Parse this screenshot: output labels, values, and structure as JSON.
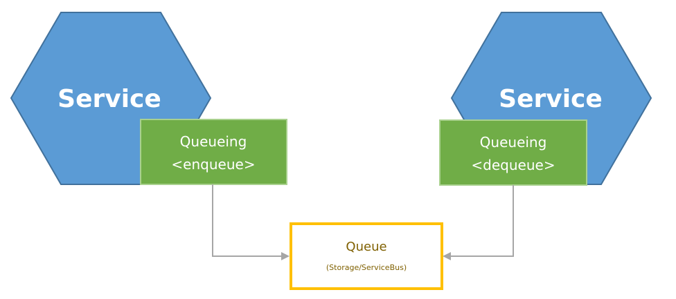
{
  "diagram": {
    "left_service": {
      "title": "Service",
      "component": {
        "line1": "Queueing",
        "line2": "<enqueue>"
      }
    },
    "right_service": {
      "title": "Service",
      "component": {
        "line1": "Queueing",
        "line2": "<dequeue>"
      }
    },
    "queue": {
      "title": "Queue",
      "subtitle": "(Storage/ServiceBus)"
    }
  },
  "colors": {
    "hexagon_fill": "#5b9bd5",
    "hexagon_stroke": "#41719c",
    "component_fill": "#70ad47",
    "component_stroke": "#a9d18e",
    "queue_border": "#ffc000",
    "queue_text": "#7f6000",
    "connector": "#a6a6a6"
  }
}
